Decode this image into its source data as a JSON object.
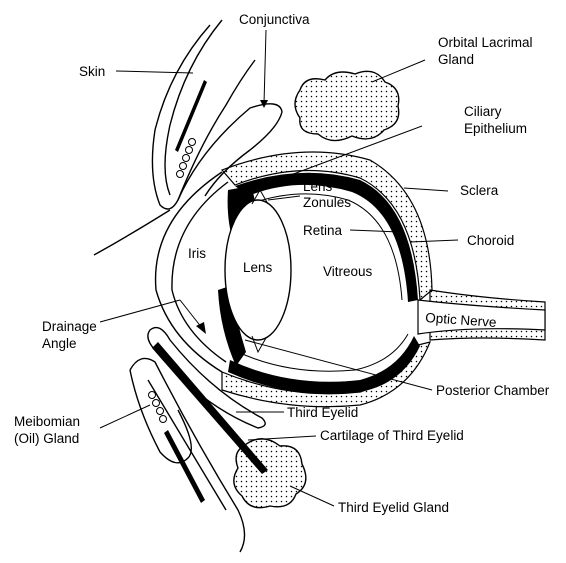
{
  "diagram": {
    "labels": {
      "skin": "Skin",
      "conjunctiva": "Conjunctiva",
      "orbital_lacrimal_gland_1": "Orbital Lacrimal",
      "orbital_lacrimal_gland_2": "Gland",
      "ciliary_epithelium_1": "Ciliary",
      "ciliary_epithelium_2": "Epithelium",
      "lens_zonules_1": "Lens",
      "lens_zonules_2": "Zonules",
      "sclera": "Sclera",
      "retina": "Retina",
      "choroid": "Choroid",
      "iris": "Iris",
      "lens": "Lens",
      "vitreous": "Vitreous",
      "optic_nerve": "Optic Nerve",
      "drainage_angle_1": "Drainage",
      "drainage_angle_2": "Angle",
      "posterior_chamber": "Posterior Chamber",
      "third_eyelid": "Third Eyelid",
      "meibomian_gland_1": "Meibomian",
      "meibomian_gland_2": "(Oil) Gland",
      "cartilage_third_eyelid": "Cartilage of Third Eyelid",
      "third_eyelid_gland": "Third Eyelid Gland"
    }
  }
}
